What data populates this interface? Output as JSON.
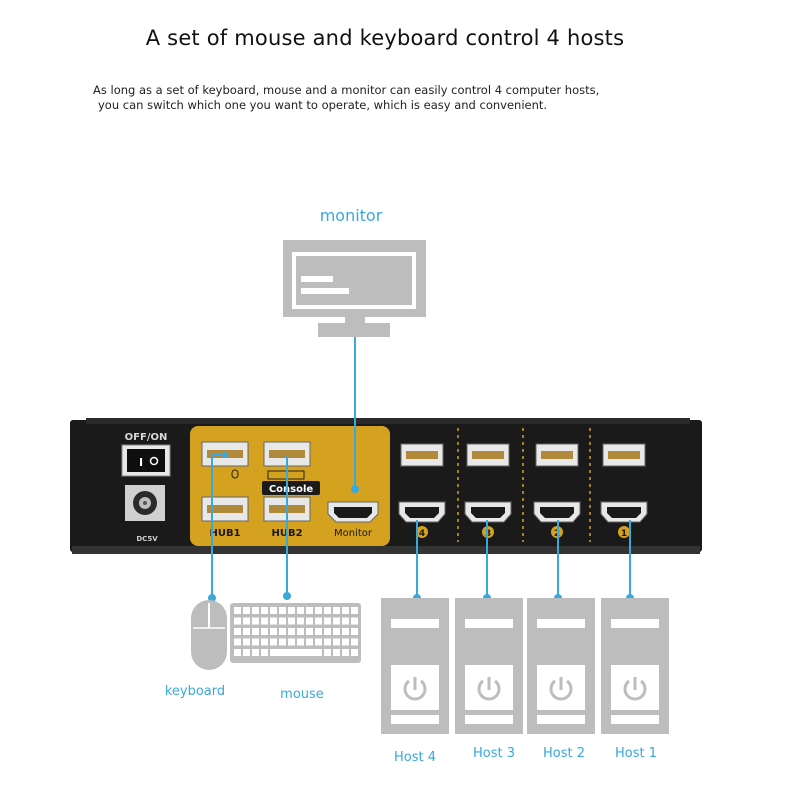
{
  "header": {
    "title": "A set of mouse and keyboard control 4 hosts",
    "line1": "As long as a set of keyboard, mouse and a monitor can easily control 4 computer hosts,",
    "line2": "you can switch which one you want to operate, which is easy and convenient."
  },
  "device": {
    "power_label": "OFF/ON",
    "power_symbols": "I ○",
    "dc_label": "DC5V",
    "console_label": "Console",
    "hub1_label": "HUB1",
    "hub2_label": "HUB2",
    "monitor_port_label": "Monitor",
    "port_numbers": [
      "4",
      "3",
      "2",
      "1"
    ]
  },
  "labels": {
    "monitor": "monitor",
    "keyboard": "keyboard",
    "mouse": "mouse",
    "hosts": [
      "Host 4",
      "Host 3",
      "Host 2",
      "Host 1"
    ]
  },
  "colors": {
    "accent_blue": "#39a9dc",
    "gold_panel": "#d4a21f",
    "case_black": "#1a1a1a",
    "icon_gray": "#bdbdbd"
  },
  "icons": [
    "monitor-icon",
    "mouse-icon",
    "keyboard-icon",
    "computer-tower-icon",
    "power-icon"
  ]
}
